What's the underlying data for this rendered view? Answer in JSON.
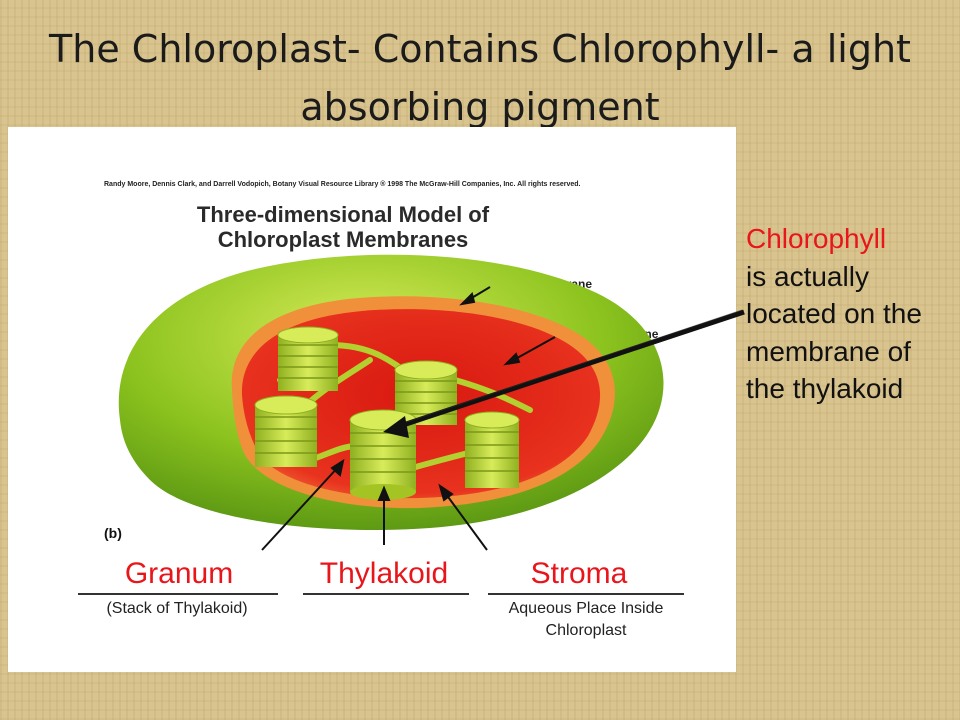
{
  "slide": {
    "title": "The Chloroplast- Contains Chlorophyll- a light absorbing pigment"
  },
  "figure": {
    "credit": "Randy Moore, Dennis Clark, and Darrell Vodopich, Botany Visual Resource Library ® 1998 The McGraw-Hill Companies, Inc. All rights reserved.",
    "title": "Three-dimensional Model of Chloroplast Membranes",
    "labels": {
      "outer_membrane": "Outer membrane",
      "inner_membrane": "Inner membrane"
    },
    "panel_label": "(b)"
  },
  "terms": {
    "granum": {
      "label": "Granum",
      "description": "(Stack of Thylakoid)"
    },
    "thylakoid": {
      "label": "Thylakoid"
    },
    "stroma": {
      "label": "Stroma",
      "description": "Aqueous Place Inside Chloroplast"
    }
  },
  "note": {
    "highlight": "Chlorophyll",
    "text": "is actually located on the membrane of the thylakoid"
  },
  "colors": {
    "accent_red": "#e8161b",
    "outer_green": "#8cc31e",
    "stroma_red": "#e8321e",
    "thylakoid_green": "#b8d430"
  }
}
